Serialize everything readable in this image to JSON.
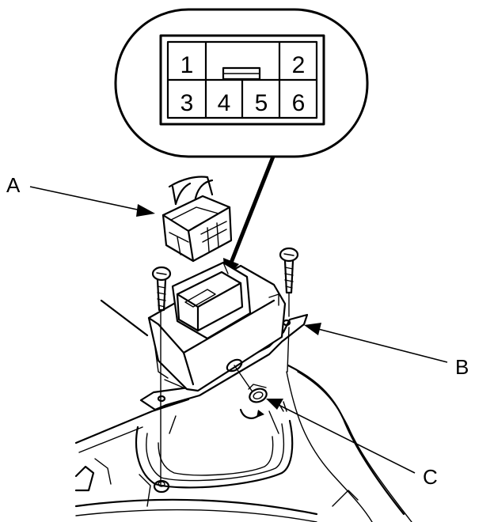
{
  "connector_view": {
    "pins": [
      {
        "id": "pin-1",
        "label": "1"
      },
      {
        "id": "pin-2",
        "label": "2"
      },
      {
        "id": "pin-3",
        "label": "3"
      },
      {
        "id": "pin-4",
        "label": "4"
      },
      {
        "id": "pin-5",
        "label": "5"
      },
      {
        "id": "pin-6",
        "label": "6"
      }
    ]
  },
  "callouts": {
    "a": "A",
    "b": "B",
    "c": "C"
  }
}
